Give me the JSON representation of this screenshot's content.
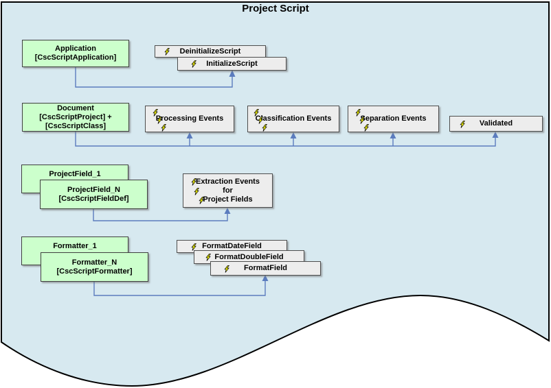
{
  "title": "Project Script",
  "colors": {
    "canvas_fill": "#D7E9F0",
    "canvas_border": "#000000",
    "green_box_fill": "#CCFFCC",
    "gray_box_fill": "#EDEDED",
    "box_border": "#404040",
    "connector": "#5B7CBE",
    "bolt_yellow": "#FFFF00",
    "text": "#000000"
  },
  "nodes": {
    "application": {
      "line1": "Application",
      "line2": "[CscScriptApplication]"
    },
    "document": {
      "line1": "Document",
      "line2": "[CscScriptProject] +",
      "line3": "[CscScriptClass]"
    },
    "projectfield1": {
      "line1": "ProjectField_1"
    },
    "projectfieldN": {
      "line1": "ProjectField_N",
      "line2": "[CscScriptFieldDef]"
    },
    "formatter1": {
      "line1": "Formatter_1"
    },
    "formatterN": {
      "line1": "Formatter_N",
      "line2": "[CscScriptFormatter]"
    }
  },
  "events": {
    "deinitializeScript": "DeinitializeScript",
    "initializeScript": "InitializeScript",
    "processingEvents": "Processing Events",
    "classificationEvents": "Classification Events",
    "separationEvents": "Separation Events",
    "validated": "Validated",
    "extractionEvents": {
      "line1": "Extraction Events",
      "line2": "for",
      "line3": "Project Fields"
    },
    "formatDateField": "FormatDateField",
    "formatDoubleField": "FormatDoubleField",
    "formatField": "FormatField"
  }
}
